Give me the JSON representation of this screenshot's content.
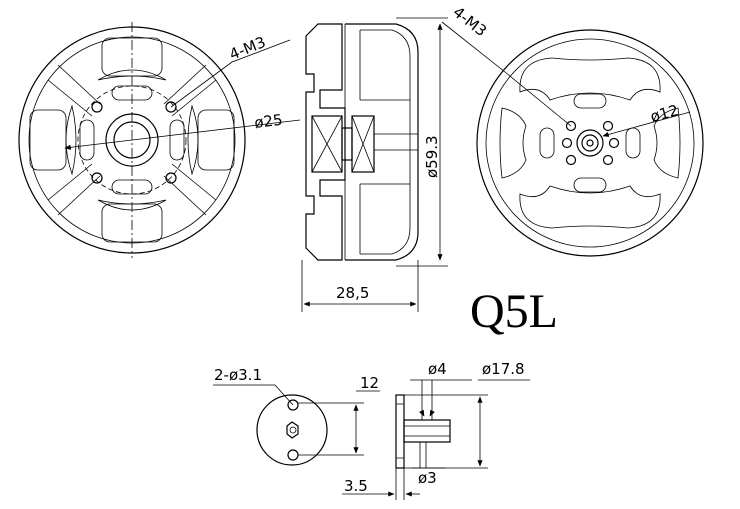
{
  "model": "Q5L",
  "labels": {
    "front_holes": "4-M3",
    "front_diameter": "ø25",
    "rear_holes": "4-M3",
    "rear_diameter": "ø12",
    "body_diameter": "ø59.3",
    "body_length": "28,5",
    "mount_holes": "2-ø3.1",
    "mount_spacing": "12",
    "adapter_small_diameter": "ø4",
    "adapter_large_diameter": "ø17.8",
    "adapter_shaft_diameter": "ø3",
    "adapter_thickness": "3.5"
  }
}
